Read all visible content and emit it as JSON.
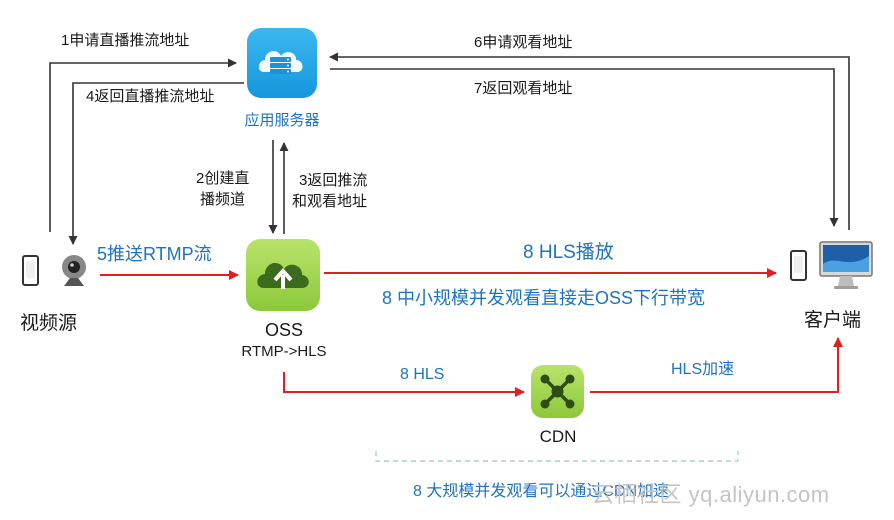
{
  "nodes": {
    "app_server": "应用服务器",
    "video_source": "视频源",
    "oss": "OSS",
    "oss_sub": "RTMP->HLS",
    "client": "客户端",
    "cdn": "CDN"
  },
  "edges": {
    "e1": "1申请直播推流地址",
    "e4": "4返回直播推流地址",
    "e6": "6申请观看地址",
    "e7": "7返回观看地址",
    "e2_line1": "2创建直",
    "e2_line2": "播频道",
    "e3_line1": "3返回推流",
    "e3_line2": "和观看地址",
    "e5": "5推送RTMP流",
    "e8_hls_play": "8 HLS播放",
    "e8_small": "8 中小规模并发观看直接走OSS下行带宽",
    "e8_hls": "8 HLS",
    "hls_accel": "HLS加速",
    "e8_large": "8 大规模并发观看可以通过CDN加速"
  },
  "watermark": "云栖社区 yq.aliyun.com",
  "icons": [
    "cloud-server-icon",
    "phone-icon",
    "webcam-icon",
    "cloud-upload-icon",
    "monitor-icon",
    "network-hub-icon"
  ],
  "colors": {
    "server_tile": "#1f9fe6",
    "oss_tile": "#9ed14a",
    "push_arrow": "#e02020",
    "label_blue": "#1e73be",
    "control_arrow": "#333333"
  }
}
